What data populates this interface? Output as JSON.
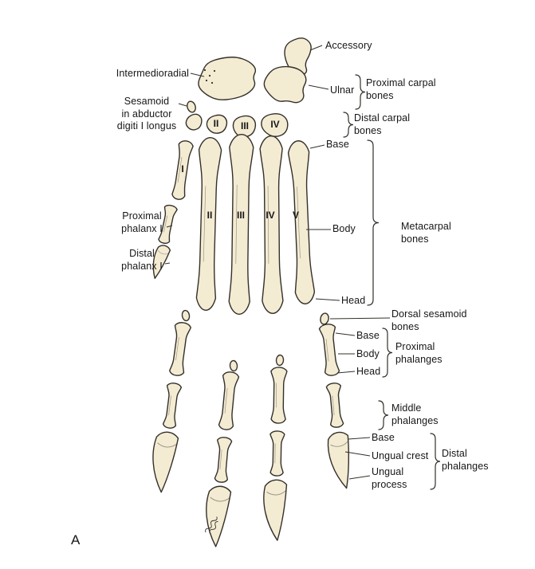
{
  "figure": {
    "panel_label": "A"
  },
  "labels": {
    "accessory": "Accessory",
    "intermedioradial": "Intermedioradial",
    "sesamoid_abductor": [
      "Sesamoid",
      "in abductor",
      "digiti I longus"
    ],
    "ulnar": "Ulnar",
    "proximal_carpal_bones": [
      "Proximal carpal",
      "bones"
    ],
    "distal_carpal_bones": [
      "Distal carpal",
      "bones"
    ],
    "base_metacarpal": "Base",
    "body_metacarpal": "Body",
    "head_metacarpal": "Head",
    "metacarpal_bones": [
      "Metacarpal",
      "bones"
    ],
    "proximal_phalanx_1": [
      "Proximal",
      "phalanx I"
    ],
    "distal_phalanx_1": [
      "Distal",
      "phalanx I"
    ],
    "dorsal_sesamoid_bones": [
      "Dorsal sesamoid",
      "bones"
    ],
    "base_phalanx": "Base",
    "body_phalanx": "Body",
    "head_phalanx": "Head",
    "proximal_phalanges": [
      "Proximal",
      "phalanges"
    ],
    "middle_phalanges": [
      "Middle",
      "phalanges"
    ],
    "base_distal": "Base",
    "ungual_crest": "Ungual crest",
    "ungual_process": [
      "Ungual",
      "process"
    ],
    "distal_phalanges": [
      "Distal",
      "phalanges"
    ]
  },
  "numerals": {
    "distal_carpals": [
      "II",
      "III",
      "IV"
    ],
    "metacarpals": [
      "I",
      "II",
      "III",
      "IV",
      "V"
    ]
  },
  "colors": {
    "background": "#ffffff",
    "bone_fill": "#f4ebd3",
    "bone_outline": "#33302a",
    "text": "#161616"
  }
}
